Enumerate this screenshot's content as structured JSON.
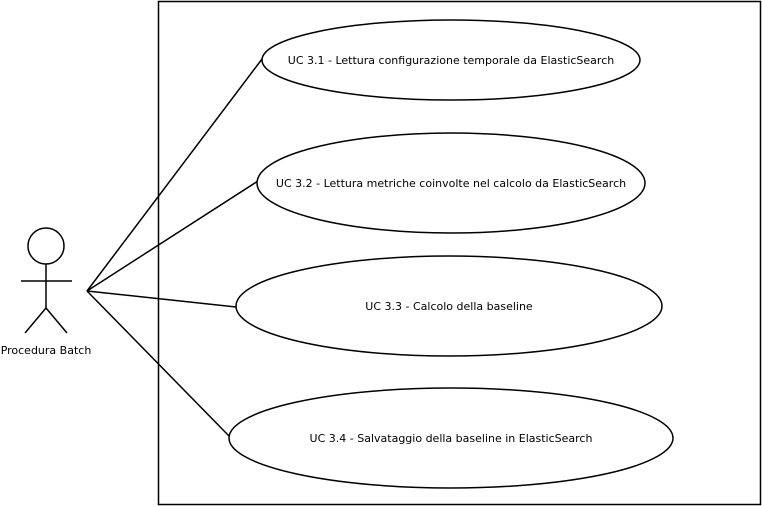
{
  "diagram": {
    "actor": {
      "name": "Procedura Batch"
    },
    "use_cases": [
      {
        "label": "UC 3.1 - Lettura configurazione temporale da ElasticSearch"
      },
      {
        "label": "UC 3.2 - Lettura metriche coinvolte nel calcolo da ElasticSearch"
      },
      {
        "label": "UC 3.3 - Calcolo della baseline"
      },
      {
        "label": "UC 3.4 - Salvataggio della baseline in ElasticSearch"
      }
    ]
  }
}
